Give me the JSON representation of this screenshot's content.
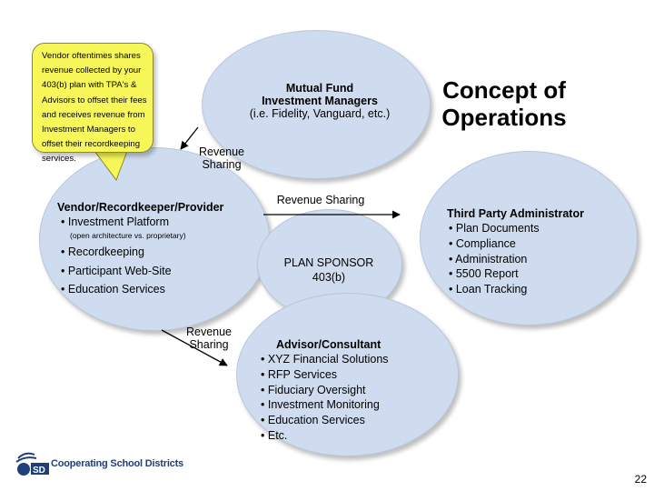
{
  "callout": {
    "text": "Vendor oftentimes shares revenue collected by your 403(b) plan with TPA's & Advisors to offset their fees and receives revenue from Investment Managers to offset their recordkeeping services."
  },
  "concept_title": "Concept of Operations",
  "mutual_fund": {
    "line1": "Mutual Fund",
    "line2": "Investment Managers",
    "line3": "(i.e. Fidelity, Vanguard, etc.)"
  },
  "revenue_labels": {
    "top_left": "Revenue Sharing",
    "middle": "Revenue Sharing",
    "bottom_left": "Revenue Sharing"
  },
  "vendor": {
    "title": "Vendor/Recordkeeper/Provider",
    "item1": "Investment Platform",
    "note": "(open architecture vs. proprietary)",
    "items": [
      "Recordkeeping",
      "Participant Web-Site",
      "Education Services"
    ]
  },
  "plan_sponsor": {
    "line1": "PLAN SPONSOR",
    "line2": "403(b)"
  },
  "tpa": {
    "title": "Third Party Administrator",
    "items": [
      "Plan Documents",
      "Compliance",
      "Administration",
      "5500 Report",
      "Loan Tracking"
    ]
  },
  "advisor": {
    "title": "Advisor/Consultant",
    "items": [
      "XYZ Financial Solutions",
      "RFP Services",
      "Fiduciary Oversight",
      "Investment Monitoring",
      "Education Services",
      "Etc."
    ]
  },
  "logo_text": "Cooperating School Districts",
  "page_number": "22",
  "colors": {
    "ellipse_fill": "#cfdcef",
    "callout_fill": "#f7f759",
    "arrow": "#000000"
  }
}
